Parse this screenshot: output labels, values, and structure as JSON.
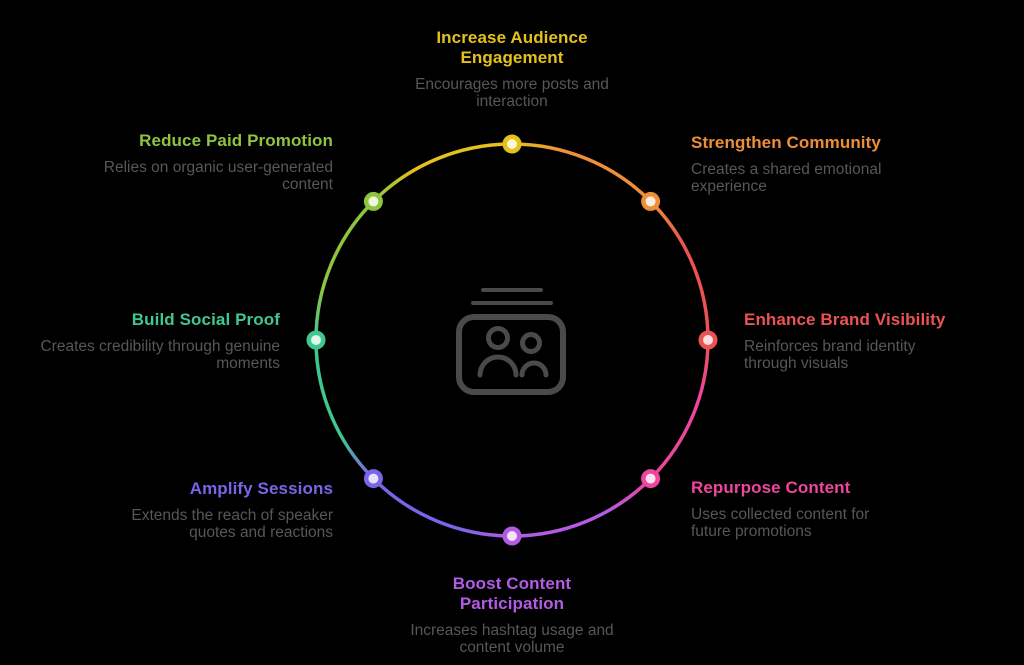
{
  "background": "#000000",
  "description_color": "#56575A",
  "center_icon": {
    "name": "audience-photo-card-icon",
    "color": "#4A4A4A"
  },
  "ring": {
    "stroke_width": 3.5,
    "dot_radius": 7.25,
    "dot_stroke_width": 4.5
  },
  "nodes": [
    {
      "position": "top",
      "title": "Increase Audience Engagement",
      "description": "Encourages more posts and interaction",
      "color": "#E4C11B",
      "dot_fill": "#FCF6D4"
    },
    {
      "position": "top-right",
      "title": "Strengthen Community",
      "description": "Creates a shared emotional experience",
      "color": "#ED8E39",
      "dot_fill": "#FCEEDC"
    },
    {
      "position": "right",
      "title": "Enhance Brand Visibility",
      "description": "Reinforces brand identity through visuals",
      "color": "#EA5353",
      "dot_fill": "#FBDFDF"
    },
    {
      "position": "bottom-right",
      "title": "Repurpose Content",
      "description": "Uses collected content for future promotions",
      "color": "#EE459D",
      "dot_fill": "#FCDFF0"
    },
    {
      "position": "bottom",
      "title": "Boost Content Participation",
      "description": "Increases hashtag usage and content volume",
      "color": "#B35BE5",
      "dot_fill": "#F2E3FB"
    },
    {
      "position": "bottom-left",
      "title": "Amplify Sessions",
      "description": "Extends the reach of speaker quotes and reactions",
      "color": "#7B64E8",
      "dot_fill": "#E6E1FB"
    },
    {
      "position": "left",
      "title": "Build Social Proof",
      "description": "Creates credibility through genuine moments",
      "color": "#3FC78F",
      "dot_fill": "#E0F7EC"
    },
    {
      "position": "top-left",
      "title": "Reduce Paid Promotion",
      "description": "Relies on organic user-generated content",
      "color": "#8FC43F",
      "dot_fill": "#EEF6DC"
    }
  ]
}
